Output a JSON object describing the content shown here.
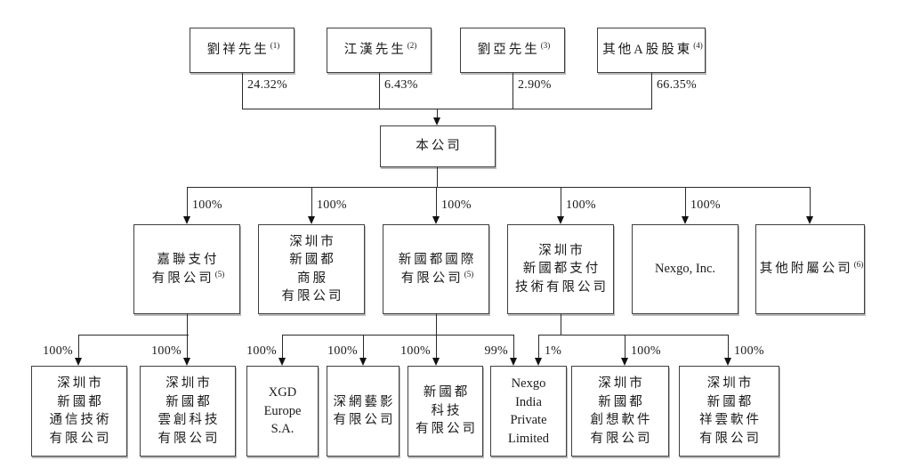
{
  "chart_title": "shareholding-and-corporate-structure",
  "company": {
    "name": "本公司"
  },
  "shareholders": {
    "sh1": {
      "name": "劉祥先生",
      "sup": "(1)",
      "pct": "24.32%"
    },
    "sh2": {
      "name": "江漢先生",
      "sup": "(2)",
      "pct": "6.43%"
    },
    "sh3": {
      "name": "劉亞先生",
      "sup": "(3)",
      "pct": "2.90%"
    },
    "sh4": {
      "name": "其他A股股東",
      "sup": "(4)",
      "pct": "66.35%"
    }
  },
  "subsidiaries": {
    "s1": {
      "l1": "嘉聯支付",
      "l2": "有限公司",
      "sup": "(5)",
      "pct": "100%"
    },
    "s2": {
      "l1": "深圳市",
      "l2": "新國都",
      "l3": "商服",
      "l4": "有限公司",
      "pct": "100%"
    },
    "s3": {
      "l1": "新國都國際",
      "l2": "有限公司",
      "sup": "(5)",
      "pct": "100%"
    },
    "s4": {
      "l1": "深圳市",
      "l2": "新國都支付",
      "l3": "技術有限公司",
      "pct": "100%"
    },
    "s5": {
      "l1": "Nexgo, Inc.",
      "pct": "100%"
    },
    "s6": {
      "l1": "其他附屬公司",
      "sup": "(6)"
    }
  },
  "sub_subsidiaries": {
    "t1": {
      "l1": "深圳市",
      "l2": "新國都",
      "l3": "通信技術",
      "l4": "有限公司",
      "pct": "100%"
    },
    "t2": {
      "l1": "深圳市",
      "l2": "新國都",
      "l3": "雲創科技",
      "l4": "有限公司",
      "pct": "100%"
    },
    "t3": {
      "l1": "XGD",
      "l2": "Europe",
      "l3": "S.A.",
      "pct": "100%"
    },
    "t4": {
      "l1": "深網藝影",
      "l2": "有限公司",
      "pct": "100%"
    },
    "t5": {
      "l1": "新國都",
      "l2": "科技",
      "l3": "有限公司",
      "pct": "100%"
    },
    "t6": {
      "l1": "Nexgo",
      "l2": "India",
      "l3": "Private",
      "l4": "Limited",
      "pct_left": "99%",
      "pct_right": "1%"
    },
    "t7": {
      "l1": "深圳市",
      "l2": "新國都",
      "l3": "創想軟件",
      "l4": "有限公司",
      "pct": "100%"
    },
    "t8": {
      "l1": "深圳市",
      "l2": "新國都",
      "l3": "祥雲軟件",
      "l4": "有限公司",
      "pct": "100%"
    }
  },
  "colors": {
    "line": "#2a2a2a",
    "box_border": "#3f3f3f",
    "text": "#1a1a1a",
    "background": "#ffffff"
  }
}
